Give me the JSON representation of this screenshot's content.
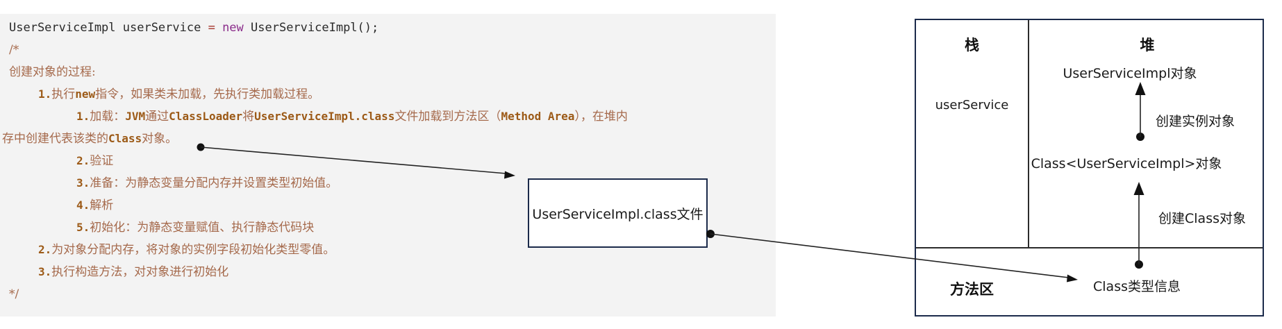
{
  "colors": {
    "code_bg": "#f3f3f3",
    "box_border": "#1b2a4a",
    "code_text": "#2a2a2a",
    "operator": "#a5372d",
    "keyword": "#8b2d8b",
    "comment": "#a5694b",
    "comment_strong": "#9c5a17"
  },
  "code": {
    "l1_a": "UserServiceImpl userService ",
    "l1_eq": "= ",
    "l1_new": "new",
    "l1_b": " UserServiceImpl();",
    "open": "/*",
    "title": "创建对象的过程:",
    "s1_n": "1.",
    "s1_a": "执行",
    "s1_k": "new",
    "s1_b": "指令，如果类未加载，先执行类加载过程。",
    "s11_n": "1.",
    "s11_a": "加载：",
    "s11_k1": "JVM",
    "s11_b": "通过",
    "s11_k2": "ClassLoader",
    "s11_c": "将",
    "s11_k3": "UserServiceImpl.class",
    "s11_d": "文件加载到方法区（",
    "s11_k4": "Method Area",
    "s11_e": "），在堆内",
    "s11_cont_a": "存中创建代表该类的",
    "s11_cont_k": "Class",
    "s11_cont_b": "对象。",
    "s12_n": "2.",
    "s12_a": "验证",
    "s13_n": "3.",
    "s13_a": "准备：为静态变量分配内存并设置类型初始值。",
    "s14_n": "4.",
    "s14_a": "解析",
    "s15_n": "5.",
    "s15_a": "初始化：为静态变量赋值、执行静态代码块",
    "s2_n": "2.",
    "s2_a": "为对象分配内存，将对象的实例字段初始化类型零值。",
    "s3_n": "3.",
    "s3_a": "执行构造方法，对对象进行初始化",
    "close": "*/"
  },
  "class_file_box": {
    "label": "UserServiceImpl.class文件"
  },
  "diagram": {
    "stack_header": "栈",
    "heap_header": "堆",
    "stack_var": "userService",
    "heap_object_label": "UserServiceImpl对象",
    "create_instance_label": "创建实例对象",
    "class_object_label": "Class<UserServiceImpl>对象",
    "create_class_label": "创建Class对象",
    "method_area_header": "方法区",
    "class_type_info_label": "Class类型信息"
  }
}
